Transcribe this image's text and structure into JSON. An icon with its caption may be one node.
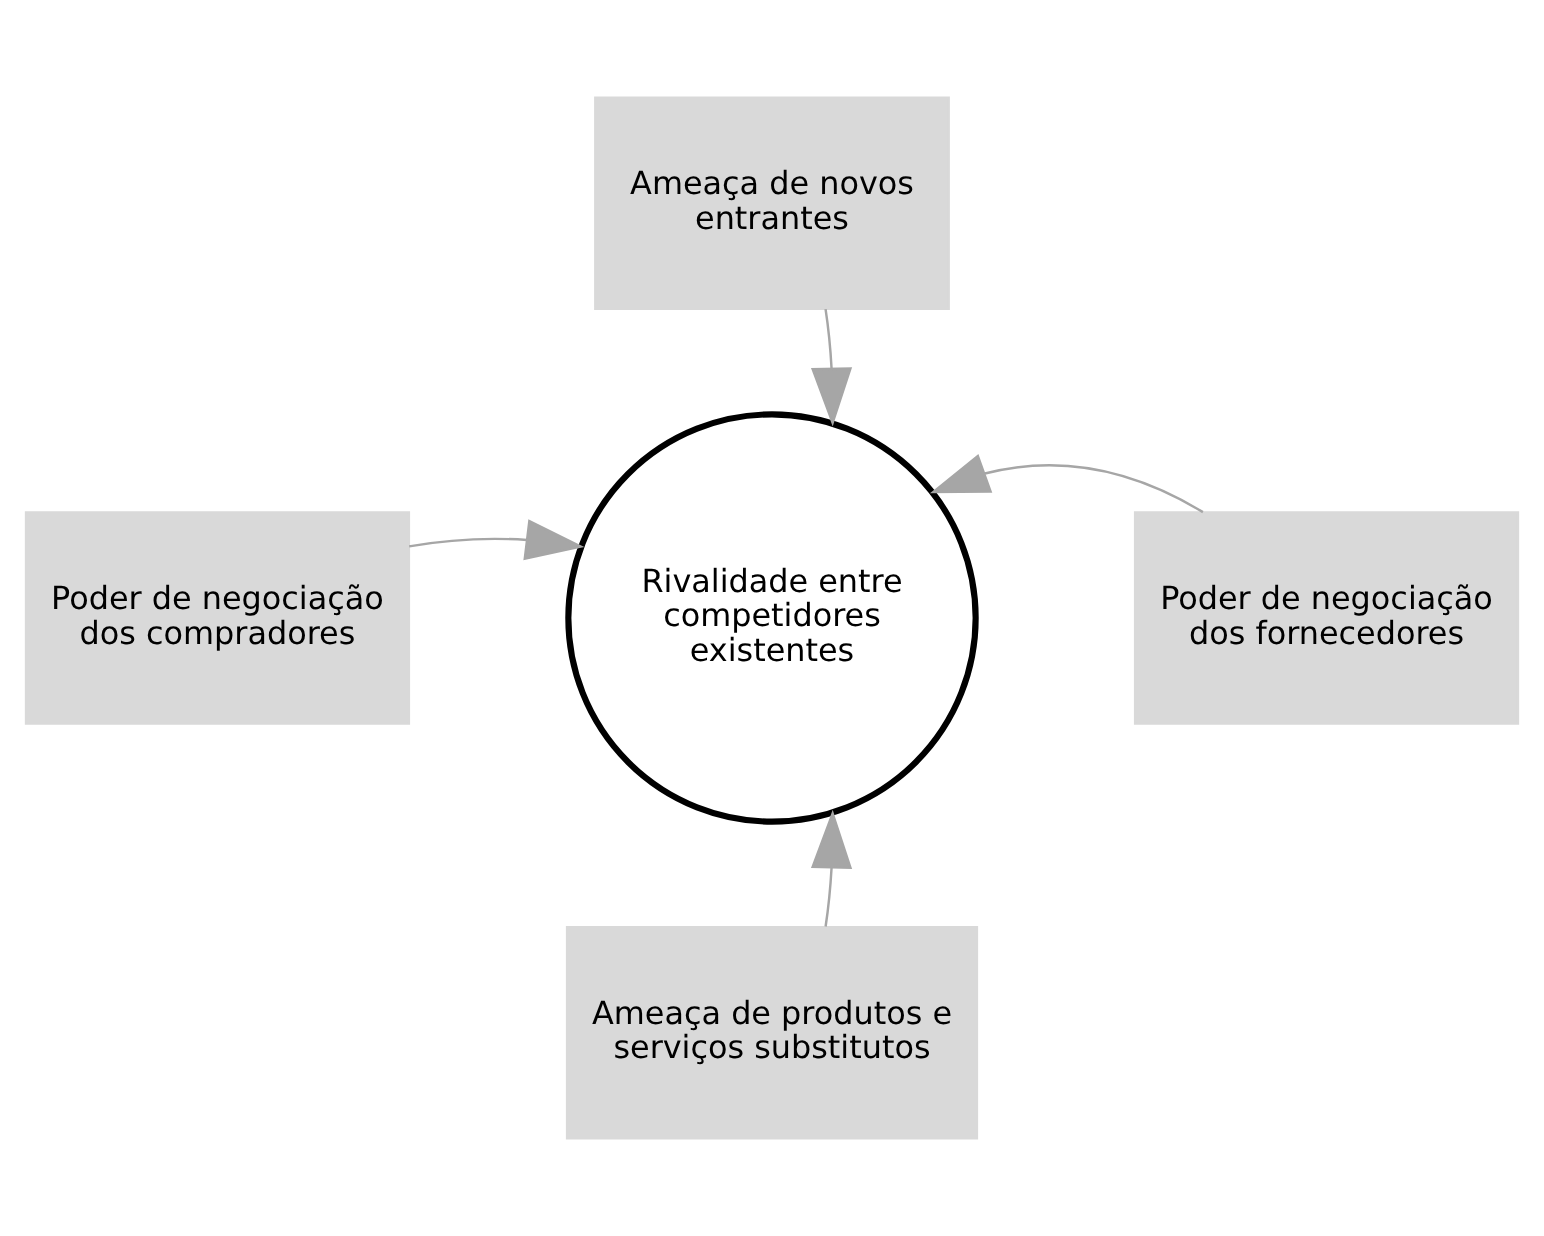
{
  "diagram": {
    "nodes": [
      {
        "text": [
          "Ameaça de novos entrantes"
        ]
      },
      {
        "text": [
          "Poder de negociação dos compradores"
        ]
      },
      {
        "text": [
          "Rivalidade entre competidores existentes"
        ]
      },
      {
        "text": [
          "Poder de negociação dos fornecedores"
        ]
      },
      {
        "text": [
          "Ameaça de produtos e serviços substitutos"
        ]
      }
    ],
    "edges": [
      {
        "from": 0,
        "to": 2,
        "arrow": "to"
      },
      {
        "from": 1,
        "to": 2,
        "arrow": "to"
      },
      {
        "from": 3,
        "to": 2,
        "arrow": "to"
      },
      {
        "from": 4,
        "to": 2,
        "arrow": "to"
      }
    ]
  }
}
